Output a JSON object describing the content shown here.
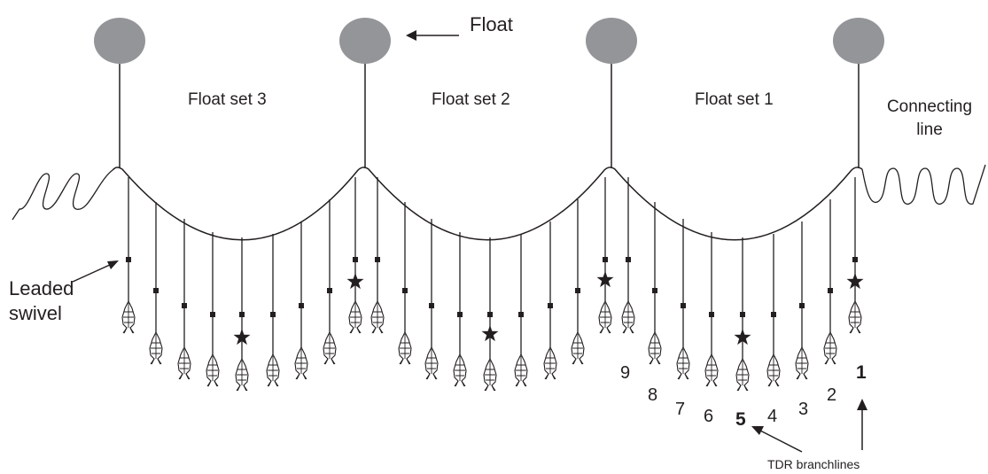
{
  "labels": {
    "float": "Float",
    "float_set_3": "Float set 3",
    "float_set_2": "Float set 2",
    "float_set_1": "Float set 1",
    "connecting_line_1": "Connecting",
    "connecting_line_2": "line",
    "leaded_swivel_1": "Leaded",
    "leaded_swivel_2": "swivel",
    "tdr_branchlines": "TDR branchlines"
  },
  "hook_numbers": [
    "1",
    "2",
    "3",
    "4",
    "5",
    "6",
    "7",
    "8",
    "9"
  ],
  "highlighted_hooks": [
    "1",
    "5"
  ],
  "icons": {
    "float": "float-buoy-icon",
    "fish": "fish-bait-icon",
    "tdr": "star-icon",
    "swivel": "leaded-swivel-icon"
  },
  "colors": {
    "float": "#939598",
    "line": "#231f20"
  }
}
